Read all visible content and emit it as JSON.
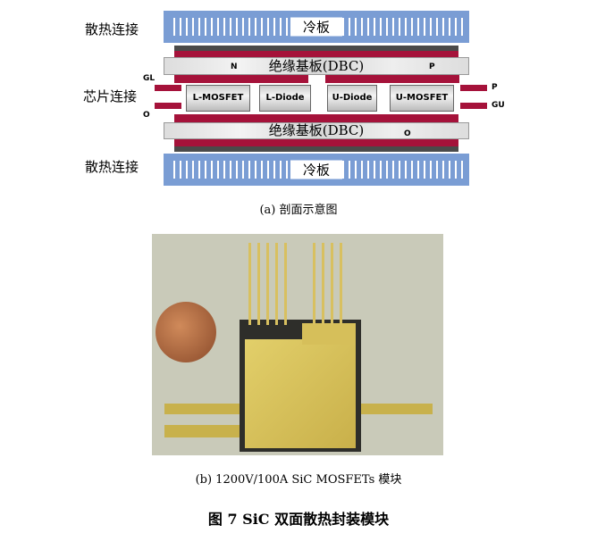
{
  "diagram": {
    "heat_connection": "散热连接",
    "chip_connection": "芯片连接",
    "cold_plate": "冷板",
    "dbc": "绝缘基板(DBC)",
    "chips": [
      "L-MOSFET",
      "L-Diode",
      "U-Diode",
      "U-MOSFET"
    ],
    "terminals": {
      "gl": "GL",
      "o": "O",
      "p": "P",
      "gu": "GU",
      "n": "N"
    }
  },
  "caption_a": "(a)  剖面示意图",
  "caption_b": "(b)  1200V/100A SiC MOSFETs 模块",
  "figure_title": "图 7    SiC 双面散热封装模块"
}
